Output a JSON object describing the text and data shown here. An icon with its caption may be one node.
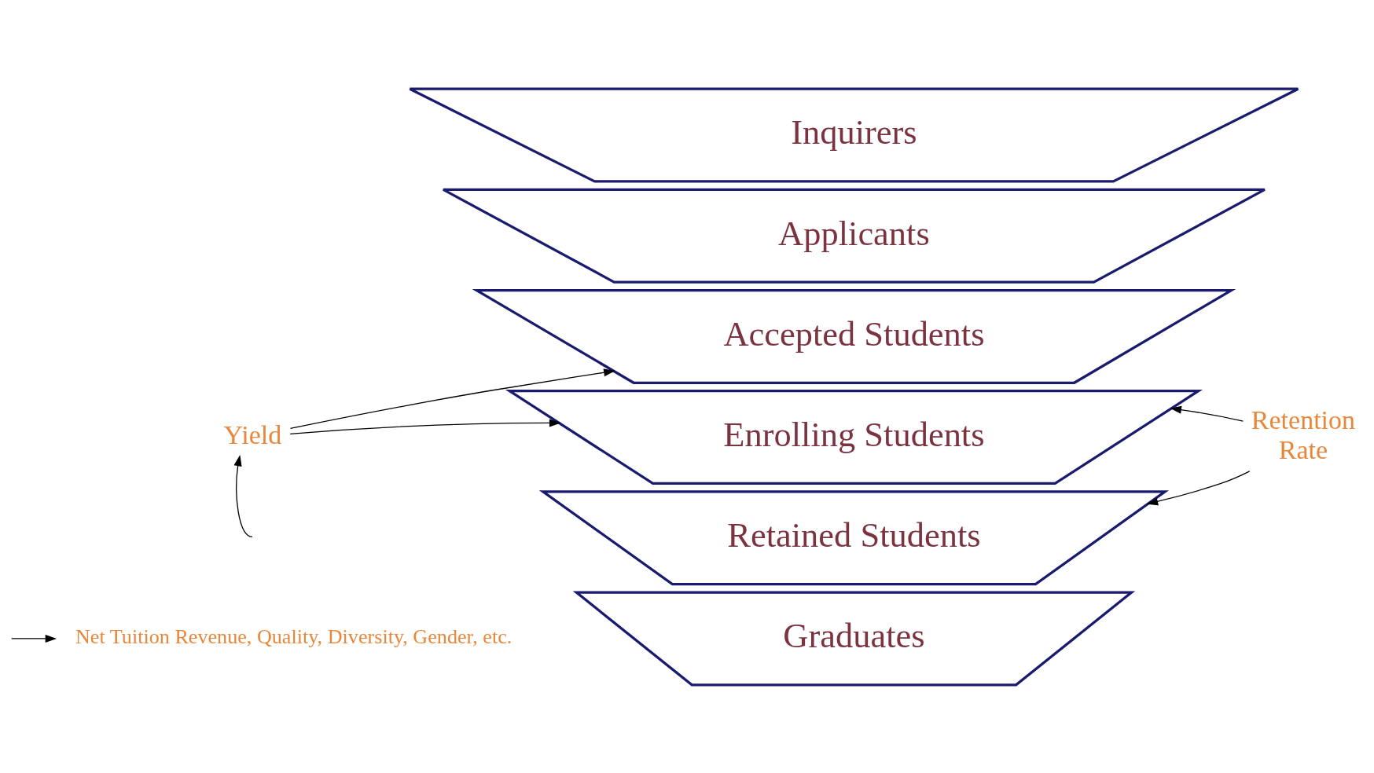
{
  "diagram": {
    "nodes": [
      {
        "text": [
          "Inquirers"
        ]
      },
      {
        "text": [
          "Applicants"
        ]
      },
      {
        "text": [
          "Accepted Students"
        ]
      },
      {
        "text": [
          "Enrolling Students"
        ]
      },
      {
        "text": [
          "Retained Students"
        ]
      },
      {
        "text": [
          "Graduates"
        ]
      },
      {
        "text": [
          "Yield"
        ]
      },
      {
        "text": [
          "Retention Rate"
        ]
      },
      {
        "text": [
          "Net Tuition Revenue, Quality, Diversity, Gender, etc."
        ]
      }
    ],
    "edges": [
      {
        "from": 6,
        "to": 2,
        "arrow": "to"
      },
      {
        "from": 6,
        "to": 3,
        "arrow": "to"
      },
      {
        "from": 7,
        "to": 3,
        "arrow": "to"
      },
      {
        "from": 7,
        "to": 4,
        "arrow": "to"
      },
      {
        "from": null,
        "to": 6,
        "arrow": "to"
      },
      {
        "from": null,
        "to": 8,
        "arrow": "to"
      }
    ]
  }
}
